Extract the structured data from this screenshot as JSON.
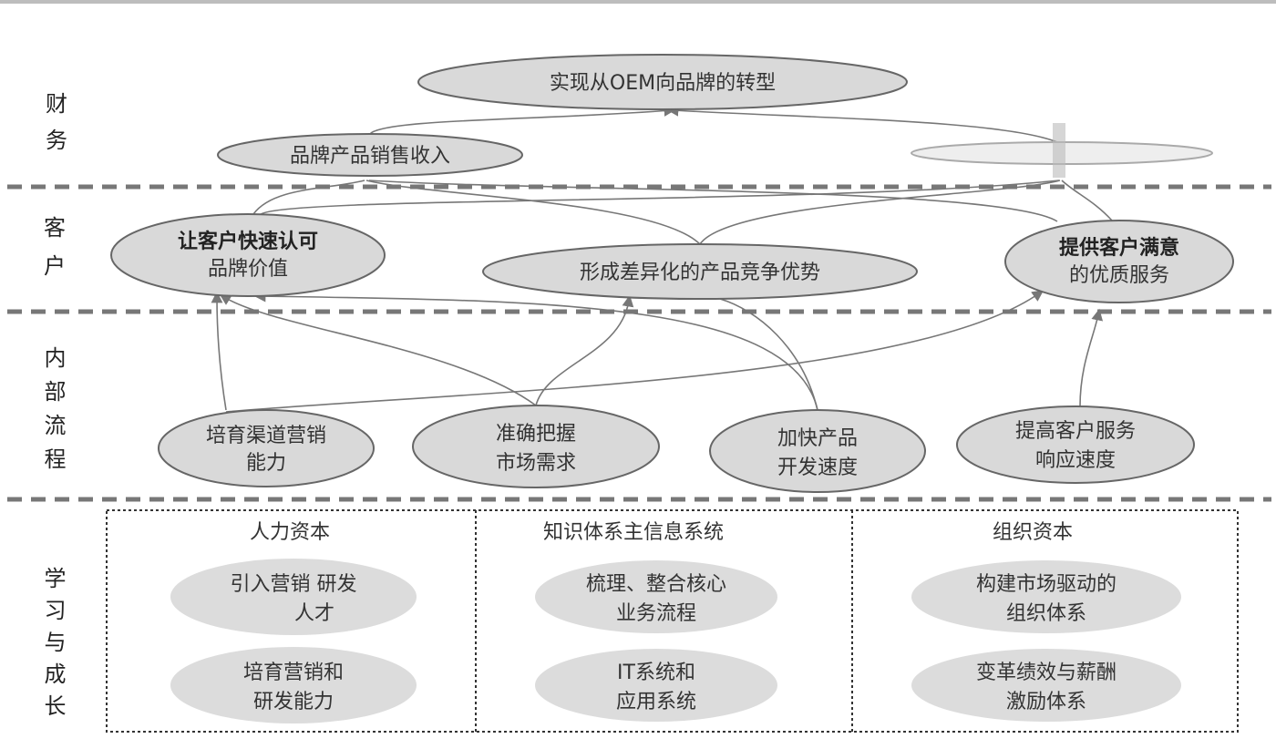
{
  "perspectives": [
    {
      "label": "财务",
      "chars": [
        "财",
        "务"
      ]
    },
    {
      "label": "客户",
      "chars": [
        "客",
        "户"
      ]
    },
    {
      "label": "内部流程",
      "chars": [
        "内",
        "部",
        "流",
        "程"
      ]
    },
    {
      "label": "学习与成长",
      "chars": [
        "学",
        "习",
        "与",
        "成",
        "长"
      ]
    }
  ],
  "financial": {
    "goal": "实现从OEM向品牌的转型",
    "revenue": "品牌产品销售收入",
    "obscured": ""
  },
  "customer": {
    "brand_value": [
      "让客户快速认可",
      "品牌价值"
    ],
    "differentiation": "形成差异化的产品竞争优势",
    "service": [
      "提供客户满意",
      "的优质服务"
    ]
  },
  "internal": [
    [
      "培育渠道营销",
      "能力"
    ],
    [
      "准确把握",
      "市场需求"
    ],
    [
      "加快产品",
      "开发速度"
    ],
    [
      "提高客户服务",
      "响应速度"
    ]
  ],
  "learning": {
    "columns": [
      {
        "title": "人力资本",
        "items": [
          [
            "引入营销  研发",
            "人才"
          ],
          [
            "培育营销和",
            "研发能力"
          ]
        ]
      },
      {
        "title": "知识体系主信息系统",
        "items": [
          [
            "梳理、整合核心",
            "业务流程"
          ],
          [
            "IT系统和",
            "应用系统"
          ]
        ]
      },
      {
        "title": "组织资本",
        "items": [
          [
            "构建市场驱动的",
            "组织体系"
          ],
          [
            "变革绩效与薪酬",
            "激励体系"
          ]
        ]
      }
    ]
  },
  "colors": {
    "node_fill": "#d9d9d9",
    "node_stroke": "#666666",
    "divider": "#777777"
  }
}
